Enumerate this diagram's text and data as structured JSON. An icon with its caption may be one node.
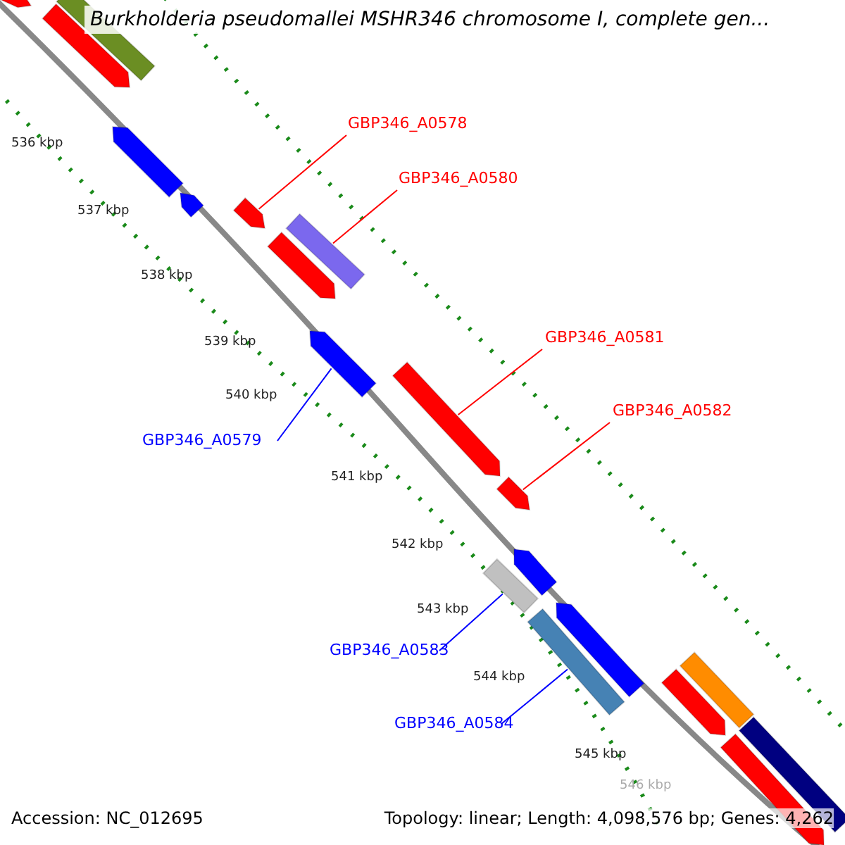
{
  "diagram": {
    "title": "Burkholderia pseudomallei MSHR346 chromosome I, complete gen...",
    "nodes": [
      {
        "text": [
          "GBP346_A0578"
        ]
      },
      {
        "text": [
          "GBP346_A0580"
        ]
      },
      {
        "text": [
          "GBP346_A0581"
        ]
      },
      {
        "text": [
          "GBP346_A0582"
        ]
      },
      {
        "text": [
          "GBP346_A0579"
        ]
      },
      {
        "text": [
          "GBP346_A0583"
        ]
      },
      {
        "text": [
          "GBP346_A0584"
        ]
      },
      {
        "text": [],
        "shape": "bar"
      },
      {
        "text": [],
        "shape": "bar"
      },
      {
        "text": [],
        "shape": "bar"
      },
      {
        "text": [],
        "shape": "bar"
      },
      {
        "text": [],
        "shape": "bar"
      },
      {
        "text": [],
        "shape": "bar"
      },
      {
        "text": [],
        "shape": "bar"
      },
      {
        "text": [],
        "shape": "bar"
      },
      {
        "text": [],
        "shape": "bar"
      },
      {
        "text": [],
        "shape": "bar"
      },
      {
        "text": [],
        "shape": "bar"
      },
      {
        "text": [],
        "shape": "bar"
      },
      {
        "text": [],
        "shape": "bar"
      },
      {
        "text": [],
        "shape": "bar"
      },
      {
        "text": [],
        "shape": "bar"
      },
      {
        "text": [],
        "shape": "bar"
      },
      {
        "text": [],
        "shape": "bar"
      },
      {
        "text": [],
        "shape": "bar"
      },
      {
        "text": [],
        "shape": "bar"
      }
    ],
    "edges": [
      {
        "from": 0,
        "to": 12,
        "arrow": "none"
      },
      {
        "from": 1,
        "to": 13,
        "arrow": "none"
      },
      {
        "from": 2,
        "to": 16,
        "arrow": "none"
      },
      {
        "from": 3,
        "to": 17,
        "arrow": "none"
      },
      {
        "from": 4,
        "to": 15,
        "arrow": "none",
        "color": "#0000ff"
      },
      {
        "from": 5,
        "to": 19,
        "arrow": "none",
        "color": "#0000ff"
      },
      {
        "from": 6,
        "to": 21,
        "arrow": "none",
        "color": "#0000ff"
      }
    ],
    "labels": [
      "536 kbp",
      "537 kbp",
      "538 kbp",
      "539 kbp",
      "540 kbp",
      "541 kbp",
      "542 kbp",
      "543 kbp",
      "544 kbp",
      "545 kbp",
      "546 kbp",
      "Accession: NC_012695",
      "Topology: linear; Length: 4,098,576 bp; Genes: 4,262"
    ]
  }
}
